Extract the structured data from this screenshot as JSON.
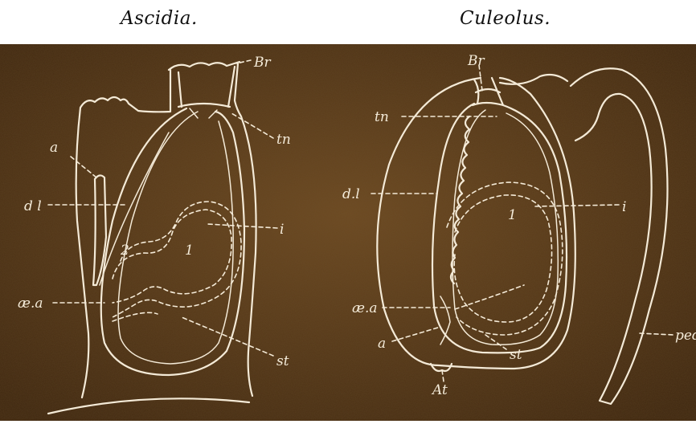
{
  "captions": {
    "left": "Ascidia.",
    "right": "Culeolus."
  },
  "ascidia_labels": {
    "br": "Br",
    "tn": "tn",
    "a": "a",
    "dl": "d l",
    "i": "i",
    "num2": "2",
    "num1": "1",
    "aa": "æ.a",
    "st": "st"
  },
  "culeolus_labels": {
    "br": "Br",
    "tn": "tn",
    "dl": "d.l",
    "i": "i",
    "num1": "1",
    "aa": "æ.a",
    "a": "a",
    "st": "st",
    "ped": "ped",
    "at": "At"
  }
}
